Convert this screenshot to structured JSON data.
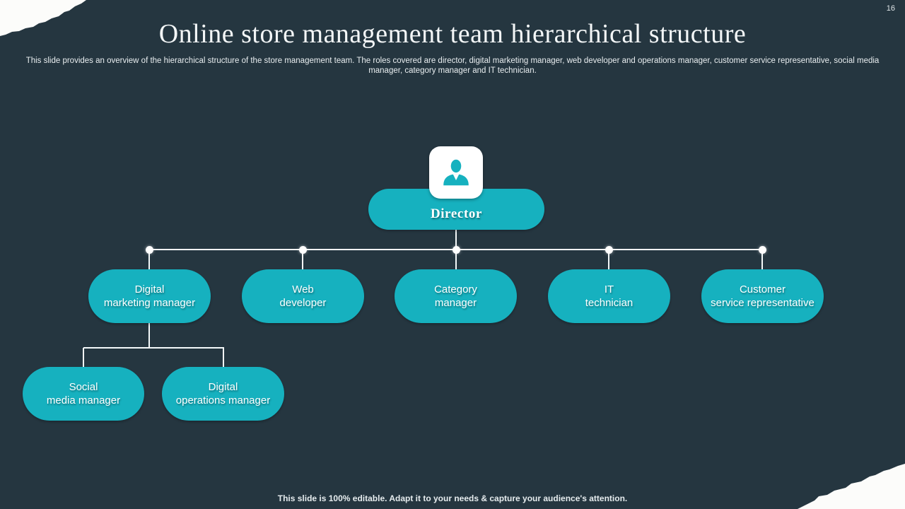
{
  "slide": {
    "page_number": "16",
    "title": "Online store management team hierarchical structure",
    "subtitle": "This slide provides an overview of the hierarchical structure of the store management team. The roles covered are director, digital marketing manager, web developer and operations manager, customer service representative, social media manager, category manager and IT technician.",
    "footer_note": "This slide is 100% editable. Adapt it to your needs & capture your audience's attention."
  },
  "org_chart": {
    "root": {
      "label": "Director",
      "icon": "person-icon"
    },
    "level2": [
      {
        "label": "Digital\nmarketing manager"
      },
      {
        "label": "Web\ndeveloper"
      },
      {
        "label": "Category\nmanager"
      },
      {
        "label": "IT\ntechnician"
      },
      {
        "label": "Customer\nservice representative"
      }
    ],
    "level3": [
      {
        "label": "Social\nmedia manager"
      },
      {
        "label": "Digital\noperations manager"
      }
    ]
  },
  "colors": {
    "background": "#253640",
    "accent_teal": "#16b1bf",
    "connector_white": "#f4f9fa",
    "corner_white": "#fcfcfa"
  }
}
